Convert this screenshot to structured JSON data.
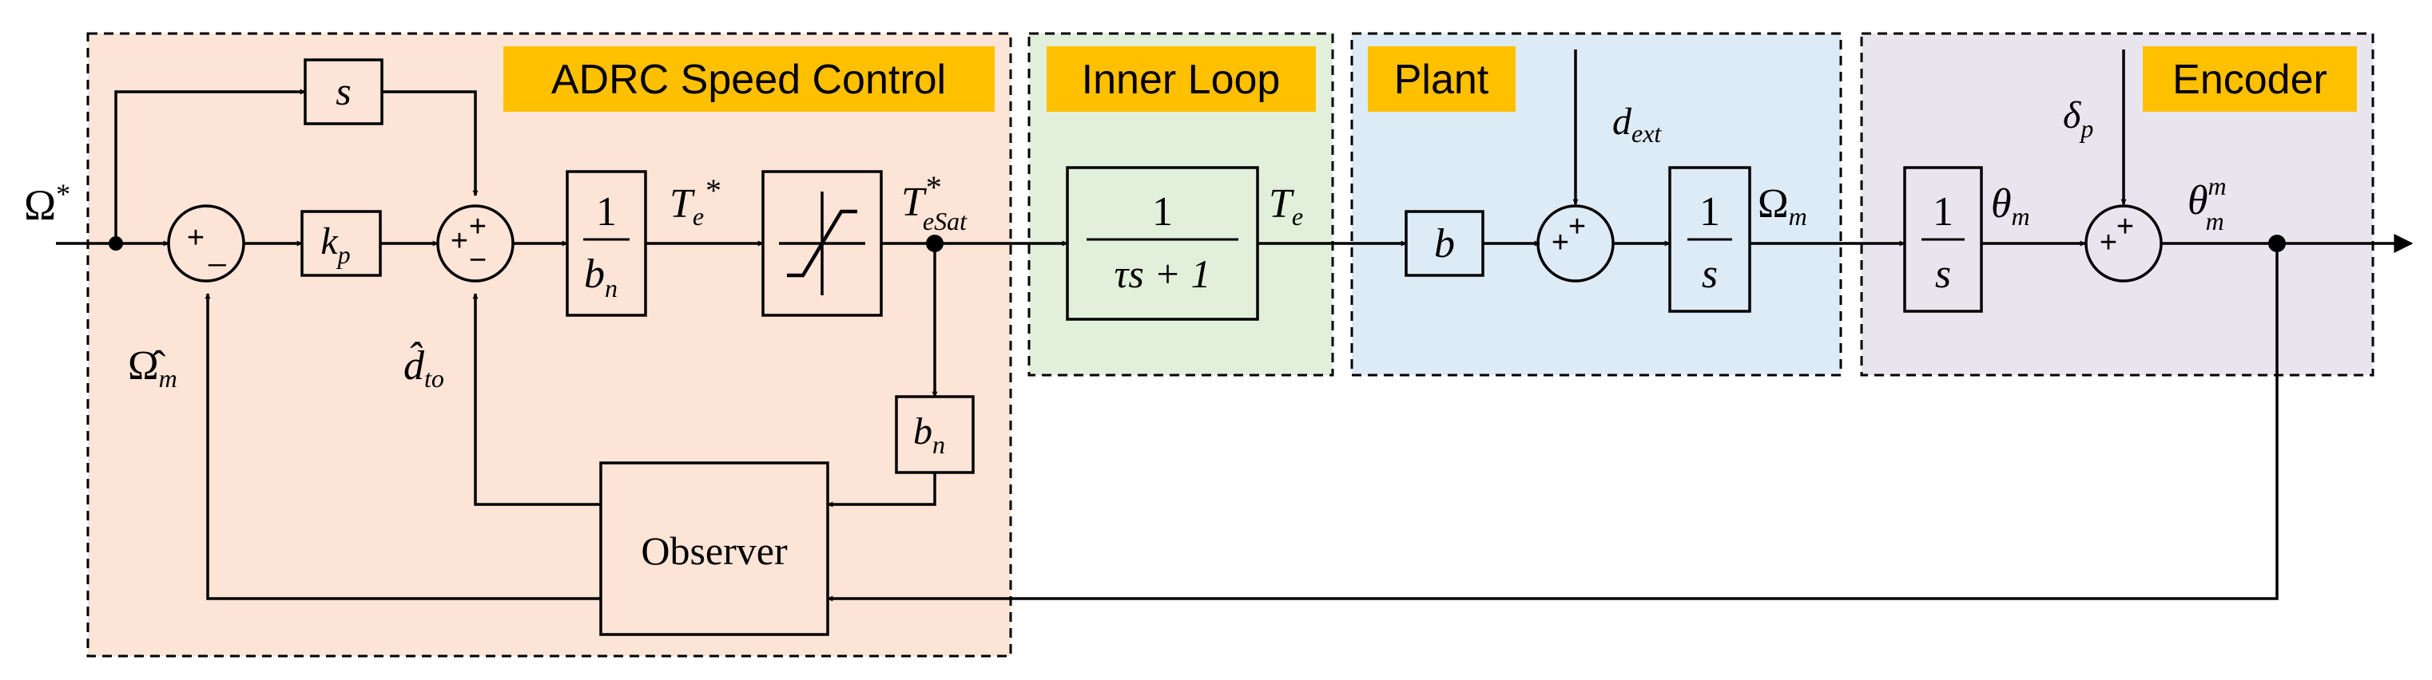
{
  "regions": {
    "adrc": {
      "label": "ADRC Speed Control",
      "fill": "#FCE4D6"
    },
    "inner": {
      "label": "Inner Loop",
      "fill": "#E2EFDA"
    },
    "plant": {
      "label": "Plant",
      "fill": "#DDEBF7"
    },
    "encoder": {
      "label": "Encoder",
      "fill": "#E8E5EE"
    }
  },
  "tag_color": "#FFC000",
  "blocks": {
    "s": "s",
    "kp": {
      "base": "k",
      "sub": "p"
    },
    "inv_bn": {
      "num": "1",
      "den_base": "b",
      "den_sub": "n"
    },
    "saturation": "saturation-icon",
    "bn": {
      "base": "b",
      "sub": "n"
    },
    "observer": "Observer",
    "inner_tf": {
      "num": "1",
      "den": "τs + 1"
    },
    "b": "b",
    "integrator_speed": {
      "num": "1",
      "den": "s"
    },
    "integrator_angle": {
      "num": "1",
      "den": "s"
    }
  },
  "signals": {
    "omega_ref": {
      "base": "Ω",
      "sup": "*"
    },
    "te_ref": {
      "base": "T",
      "sub": "e",
      "sup": "*"
    },
    "te_sat": {
      "base": "T",
      "sub": "eSat",
      "sup": "*"
    },
    "te": {
      "base": "T",
      "sub": "e"
    },
    "d_ext": {
      "base": "d",
      "sub": "ext"
    },
    "omega_m": {
      "base": "Ω",
      "sub": "m"
    },
    "theta_m": {
      "base": "θ",
      "sub": "m"
    },
    "delta_p": {
      "base": "δ",
      "sub": "p"
    },
    "theta_m_m": {
      "base": "θ",
      "sub": "m",
      "sup": "m"
    },
    "omega_hat": {
      "base": "Ω̂",
      "sub": "m"
    },
    "d_hat": {
      "base": "d̂",
      "sub": "to"
    }
  },
  "summing_junctions": {
    "sum1": {
      "top": "+",
      "bottom": "_"
    },
    "sum2": {
      "top": "+",
      "left": "+",
      "bottom": "−"
    },
    "sum3": {
      "top": "+",
      "left": "+"
    },
    "sum4": {
      "top": "+",
      "left": "+"
    }
  }
}
